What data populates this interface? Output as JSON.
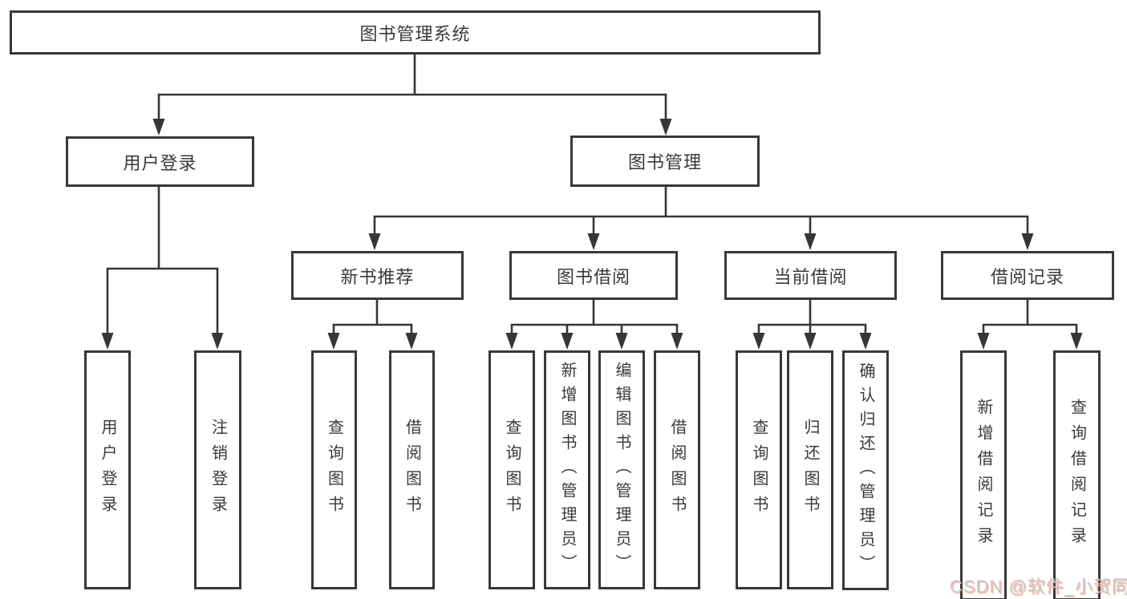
{
  "tree": {
    "root": "图书管理系统",
    "children": [
      {
        "label": "用户登录",
        "children": [
          "用户登录",
          "注销登录"
        ]
      },
      {
        "label": "图书管理",
        "children": [
          {
            "label": "新书推荐",
            "children": [
              "查询图书",
              "借阅图书"
            ]
          },
          {
            "label": "图书借阅",
            "children": [
              "查询图书",
              "新增图书（管理员）",
              "编辑图书（管理员）",
              "借阅图书"
            ]
          },
          {
            "label": "当前借阅",
            "children": [
              "查询图书",
              "归还图书",
              "确认归还（管理员）"
            ]
          },
          {
            "label": "借阅记录",
            "children": [
              "新增借阅记录",
              "查询借阅记录"
            ]
          }
        ]
      }
    ]
  },
  "watermark": {
    "text": "CSDN @软件_小贺同学"
  },
  "colors": {
    "line": "#363636",
    "box_border": "#383838",
    "text": "#3a3a3a",
    "watermark": "#c6c6c6",
    "watermark_accent": "#fc5531"
  }
}
